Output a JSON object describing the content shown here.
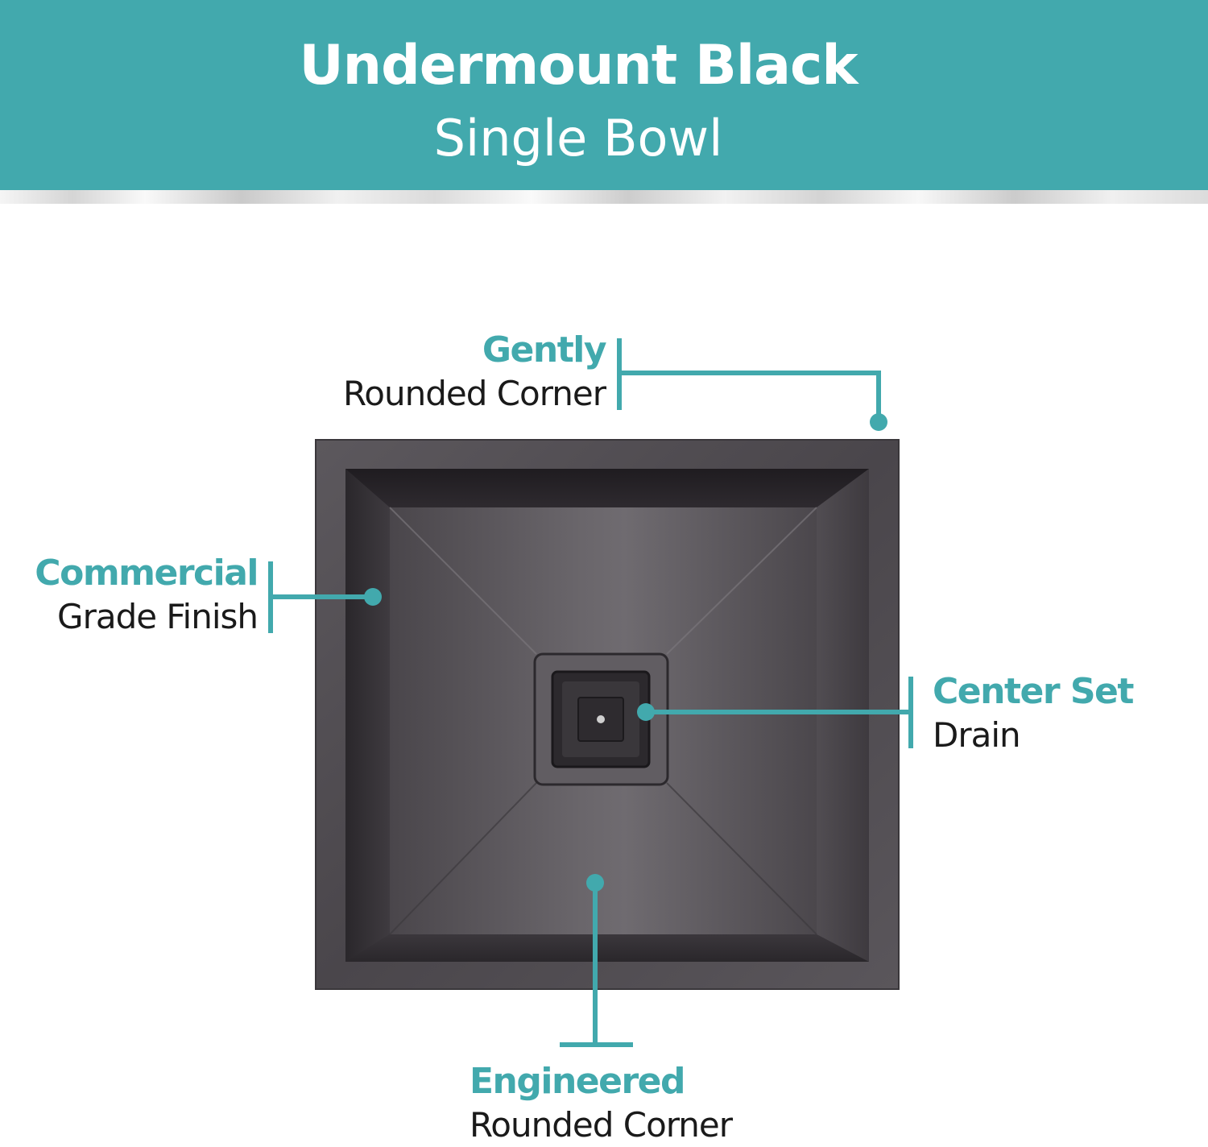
{
  "header": {
    "title": "Undermount Black",
    "subtitle": "Single Bowl"
  },
  "callouts": {
    "top": {
      "accent": "Gently",
      "text": "Rounded Corner"
    },
    "left": {
      "accent": "Commercial",
      "text": "Grade Finish"
    },
    "right": {
      "accent": "Center Set",
      "text": "Drain"
    },
    "bottom": {
      "accent": "Engineered",
      "text": "Rounded Corner"
    }
  },
  "colors": {
    "accent": "#42a9ad",
    "text": "#1a1a1a",
    "sink": "#4e4a4f"
  }
}
